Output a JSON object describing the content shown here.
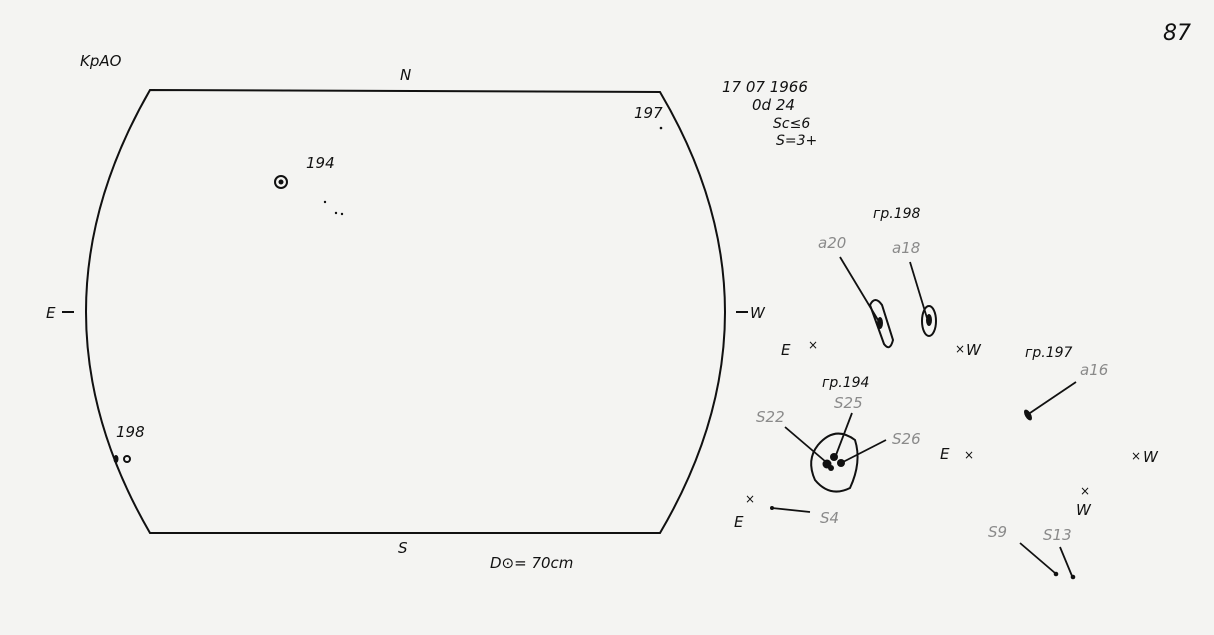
{
  "page_number": "87",
  "observatory": "KpAO",
  "disk": {
    "north": "N",
    "south": "S",
    "east": "E",
    "west": "W",
    "groups": [
      {
        "label": "194"
      },
      {
        "label": "197"
      },
      {
        "label": "198"
      }
    ],
    "diameter_note": "D⊙= 70cm"
  },
  "header": {
    "date": "17 07 1966",
    "time": "0d 24",
    "seeing_sc": "Sc≤6",
    "seeing_s": "S=3+"
  },
  "details": {
    "group_198": {
      "title": "гр.198",
      "spots": [
        "a20",
        "a18"
      ],
      "east": "E",
      "west": "W"
    },
    "group_194": {
      "title": "гр.194",
      "spots": [
        "S22",
        "S25",
        "S26",
        "S4"
      ],
      "east": "E"
    },
    "group_197": {
      "title": "гр.197",
      "spots": [
        "a16",
        "S9",
        "S13"
      ],
      "east": "E",
      "west": "W",
      "west2": "W"
    }
  }
}
